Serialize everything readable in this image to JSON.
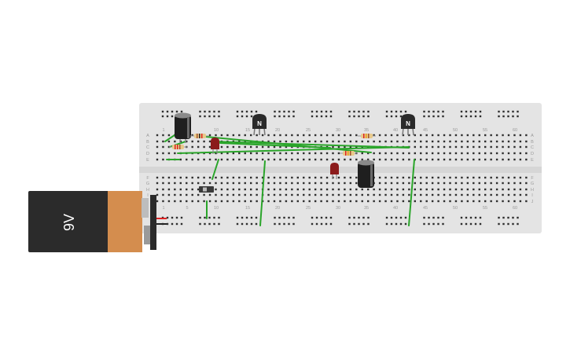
{
  "battery": {
    "label": "9V",
    "body_color": "#2b2b2b",
    "label_band_color": "#d48d4e"
  },
  "breadboard": {
    "color": "#e4e4e4",
    "hole_color": "#2e2e2e",
    "column_numbers": [
      "1",
      "5",
      "10",
      "15",
      "20",
      "25",
      "30",
      "35",
      "40",
      "45",
      "50",
      "55",
      "60"
    ],
    "row_letters_top": [
      "A",
      "B",
      "C",
      "D",
      "E"
    ],
    "row_letters_bottom": [
      "F",
      "G",
      "H",
      "I",
      "J"
    ],
    "rail_plus_color": "#d44",
    "rail_minus_color": "#44a"
  },
  "components": {
    "transistor_1_label": "N",
    "transistor_2_label": "N",
    "resistor_color": "#e8c98a",
    "led_color": "#8b1b1b",
    "capacitor_color": "#1f1f1f",
    "wire_color": "#2aa52a",
    "switch_color": "#3a3a3a"
  }
}
